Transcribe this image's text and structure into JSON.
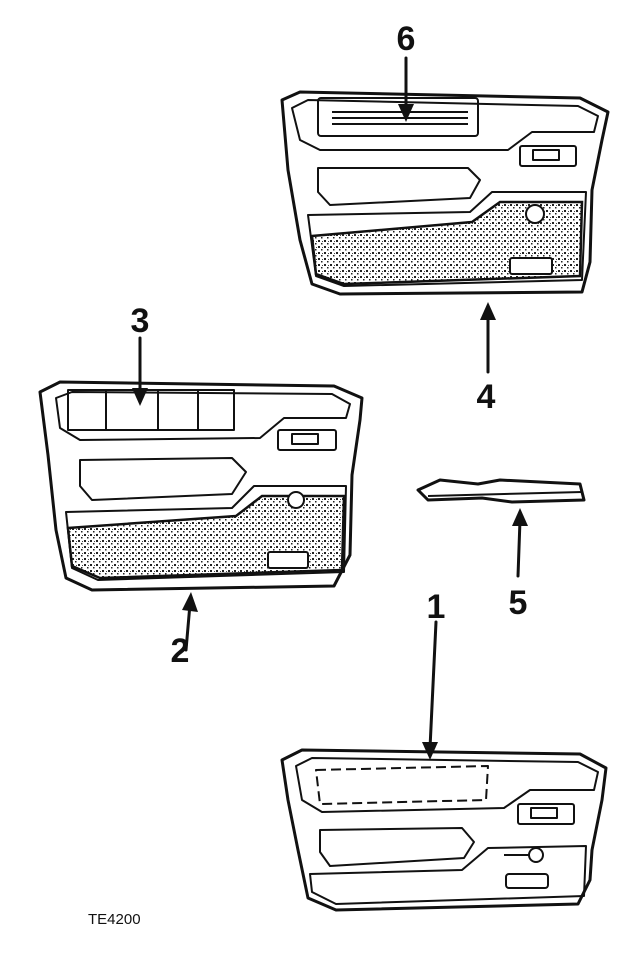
{
  "diagram": {
    "figure_id": "TE4200",
    "parts": [
      {
        "callout": "1",
        "item": "door-trim-panel-base"
      },
      {
        "callout": "2",
        "item": "door-trim-panel-full"
      },
      {
        "callout": "3",
        "item": "upper-trim-insert"
      },
      {
        "callout": "4",
        "item": "door-trim-panel-upper-variant"
      },
      {
        "callout": "5",
        "item": "armrest"
      },
      {
        "callout": "6",
        "item": "upper-trim-insert-variant"
      }
    ]
  },
  "colors": {
    "ink": "#111111",
    "paper": "#ffffff"
  }
}
